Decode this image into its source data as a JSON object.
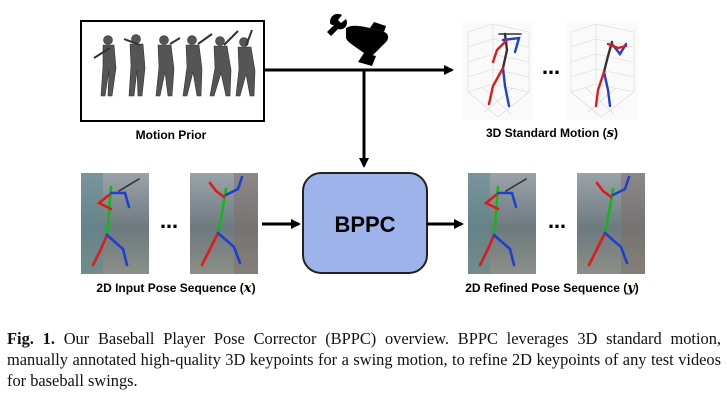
{
  "labels": {
    "motion_prior": "Motion Prior",
    "standard_motion_prefix": "3D Standard Motion (",
    "standard_motion_var": "s",
    "standard_motion_suffix": ")",
    "input_prefix": "2D Input Pose Sequence (",
    "input_var": "x",
    "input_suffix": ")",
    "refined_prefix": "2D Refined Pose Sequence (",
    "refined_var": "y",
    "refined_suffix": ")",
    "bppc": "BPPC",
    "ellipsis": "…"
  },
  "icons": [
    "wrench-hand-icon",
    "baseball-player-silhouette",
    "3d-skeleton-plot",
    "video-frame-with-2d-skeleton"
  ],
  "colors": {
    "bppc_fill": "#9db3ea",
    "bppc_stroke": "#222222",
    "skeleton_left": "#1f3fd0",
    "skeleton_right": "#e01919",
    "skeleton_spine": "#10b81a"
  },
  "caption": {
    "label": "Fig. 1.",
    "text": " Our Baseball Player Pose Corrector (BPPC) overview. BPPC leverages 3D standard motion, manually annotated high-quality 3D keypoints for a swing motion, to refine 2D keypoints of any test videos for baseball swings."
  }
}
